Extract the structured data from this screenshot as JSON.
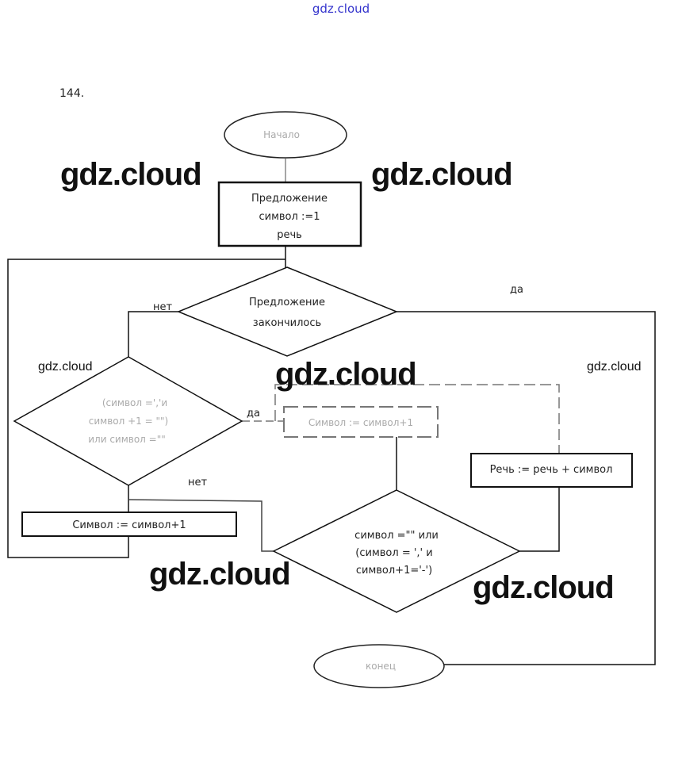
{
  "header": {
    "site_link": "gdz.cloud",
    "task_number": "144."
  },
  "watermarks": {
    "big": [
      "gdz.cloud",
      "gdz.cloud",
      "gdz.cloud",
      "gdz.cloud",
      "gdz.cloud"
    ],
    "small": [
      "gdz.cloud",
      "gdz.cloud"
    ]
  },
  "flowchart": {
    "start": "Начало",
    "init_block": [
      "Предложение",
      "символ :=1",
      "речь"
    ],
    "decision_sentence_end": [
      "Предложение",
      "закончилось"
    ],
    "decision_comma_dash": [
      "(символ =','и",
      "символ +1 = \"\")",
      "или символ =\"\""
    ],
    "increment_left": "Символ := символ+1",
    "increment_middle": "Символ := символ+1",
    "append_speech": "Речь := речь + символ",
    "decision_quote": [
      "символ =\"\" или",
      "(символ = ',' и",
      "символ+1='-')"
    ],
    "end": "конец",
    "edge_labels": {
      "no_sentence": "нет",
      "yes_sentence": "да",
      "yes_comma": "да",
      "no_comma": "нет"
    }
  }
}
